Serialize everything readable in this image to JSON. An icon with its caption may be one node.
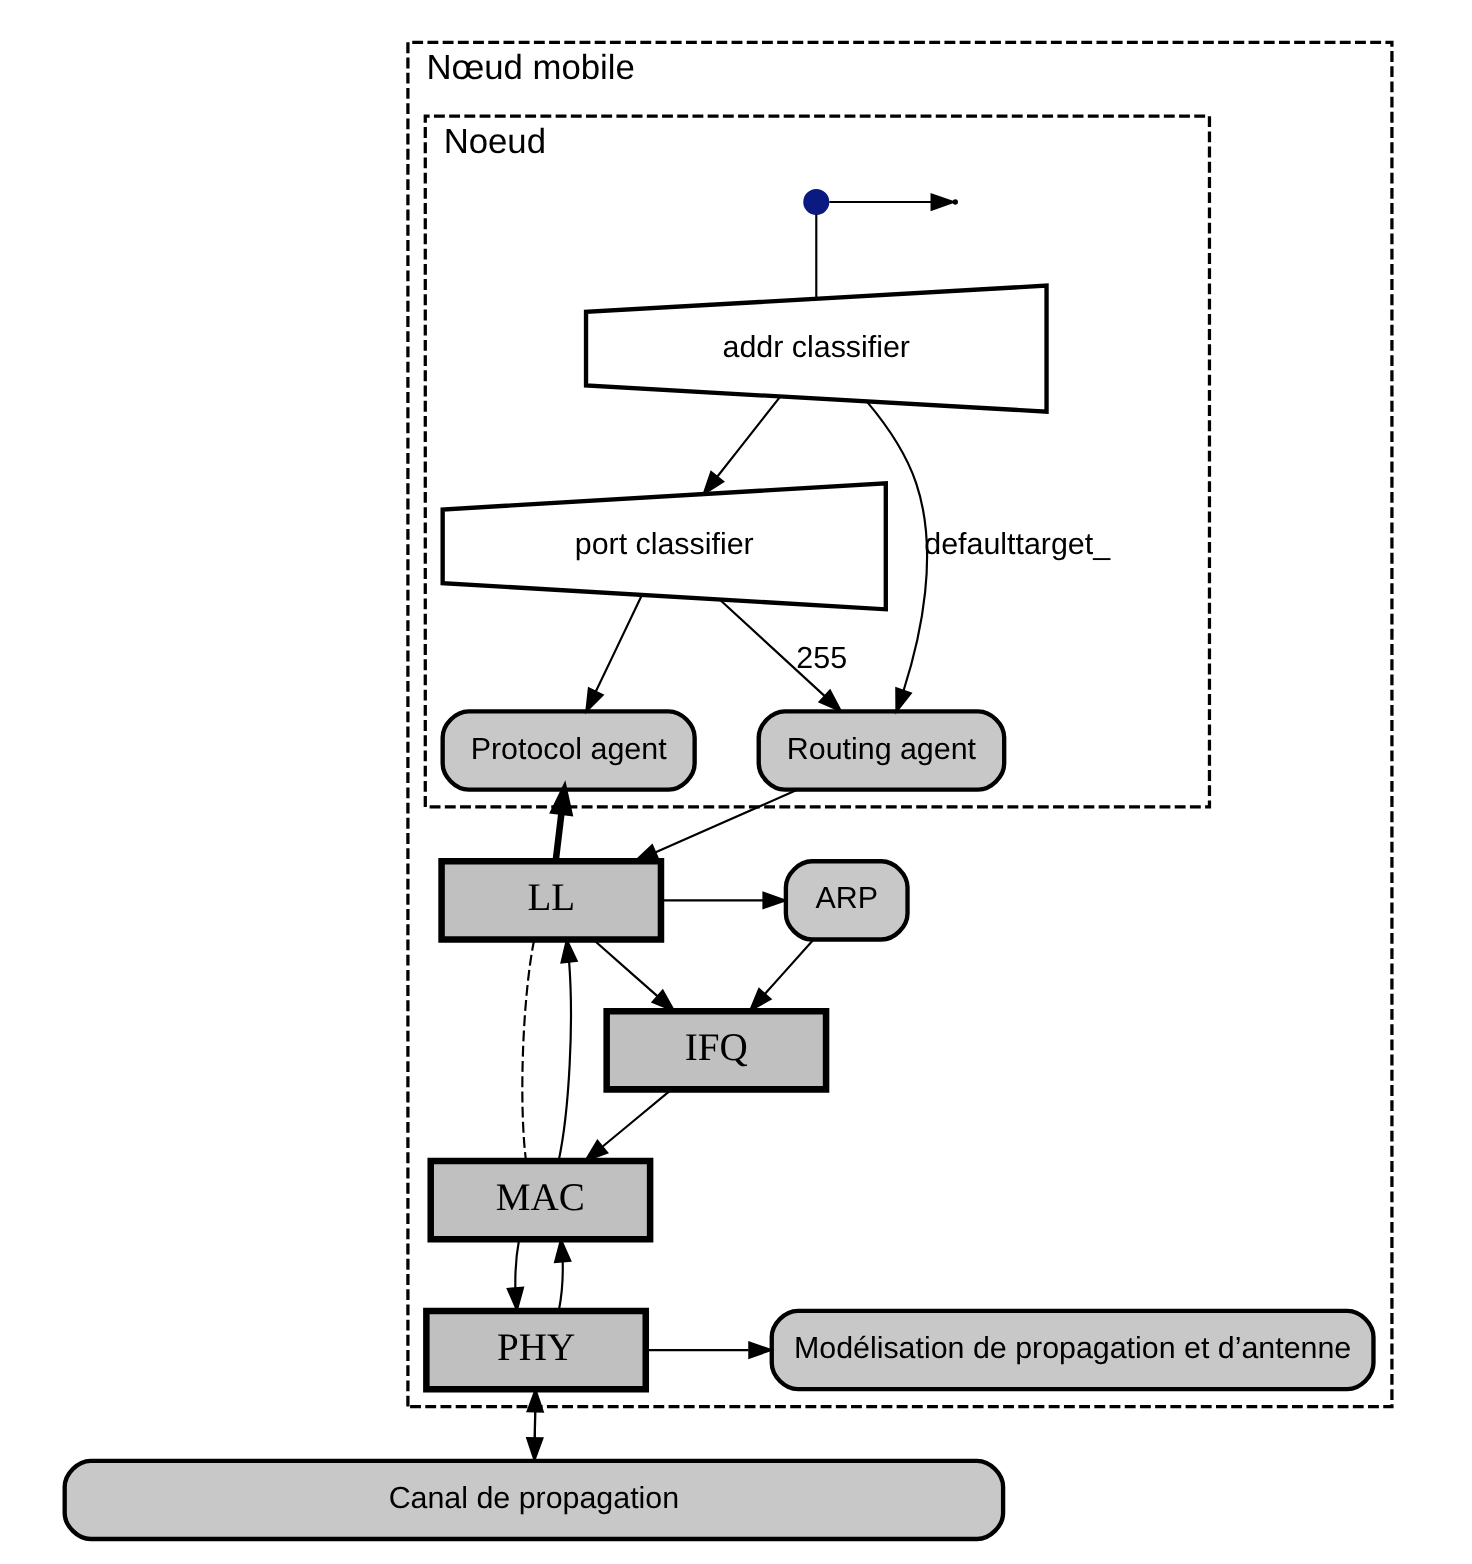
{
  "diagram": {
    "nodes": [
      {
        "text": [
          "Nœud mobile"
        ]
      },
      {
        "text": [
          "Noeud"
        ],
        "in": 0
      },
      {
        "text": [],
        "shape": "circle",
        "in": 1
      },
      {
        "text": [
          "addr classifier"
        ],
        "in": 1
      },
      {
        "text": [
          "port classifier"
        ],
        "in": 1
      },
      {
        "text": [
          "Protocol agent"
        ],
        "in": 1
      },
      {
        "text": [
          "Routing agent"
        ],
        "in": 1
      },
      {
        "text": [
          "LL"
        ],
        "in": 0
      },
      {
        "text": [
          "ARP"
        ],
        "in": 0
      },
      {
        "text": [
          "IFQ"
        ],
        "in": 0
      },
      {
        "text": [
          "MAC"
        ],
        "in": 0
      },
      {
        "text": [
          "PHY"
        ],
        "in": 0
      },
      {
        "text": [
          "Modélisation de propagation et d’antenne"
        ],
        "in": 0
      },
      {
        "text": [
          "Canal de propagation"
        ]
      }
    ],
    "edges": [
      {
        "from": 2,
        "to": null,
        "arrow": "to"
      },
      {
        "from": 2,
        "to": 3,
        "arrow": "none"
      },
      {
        "from": 3,
        "to": 4,
        "arrow": "to"
      },
      {
        "from": 4,
        "to": 5,
        "arrow": "to"
      },
      {
        "from": 4,
        "to": 6,
        "arrow": "to",
        "label": "255"
      },
      {
        "from": 3,
        "to": 6,
        "arrow": "to",
        "label": "defaulttarget_"
      },
      {
        "from": 6,
        "to": 7,
        "arrow": "to"
      },
      {
        "from": 7,
        "to": 5,
        "arrow": "to",
        "style": "thick"
      },
      {
        "from": 7,
        "to": 8,
        "arrow": "to"
      },
      {
        "from": 7,
        "to": 9,
        "arrow": "to"
      },
      {
        "from": 8,
        "to": 9,
        "arrow": "to"
      },
      {
        "from": 9,
        "to": 10,
        "arrow": "to"
      },
      {
        "from": 10,
        "to": 7,
        "arrow": "to"
      },
      {
        "from": 7,
        "to": 10,
        "arrow": "none",
        "style": "dashed"
      },
      {
        "from": 10,
        "to": 11,
        "arrow": "to"
      },
      {
        "from": 11,
        "to": 10,
        "arrow": "to"
      },
      {
        "from": 11,
        "to": 12,
        "arrow": "to"
      },
      {
        "from": 11,
        "to": 13,
        "arrow": "to"
      },
      {
        "from": 13,
        "to": 11,
        "arrow": "to"
      }
    ]
  }
}
